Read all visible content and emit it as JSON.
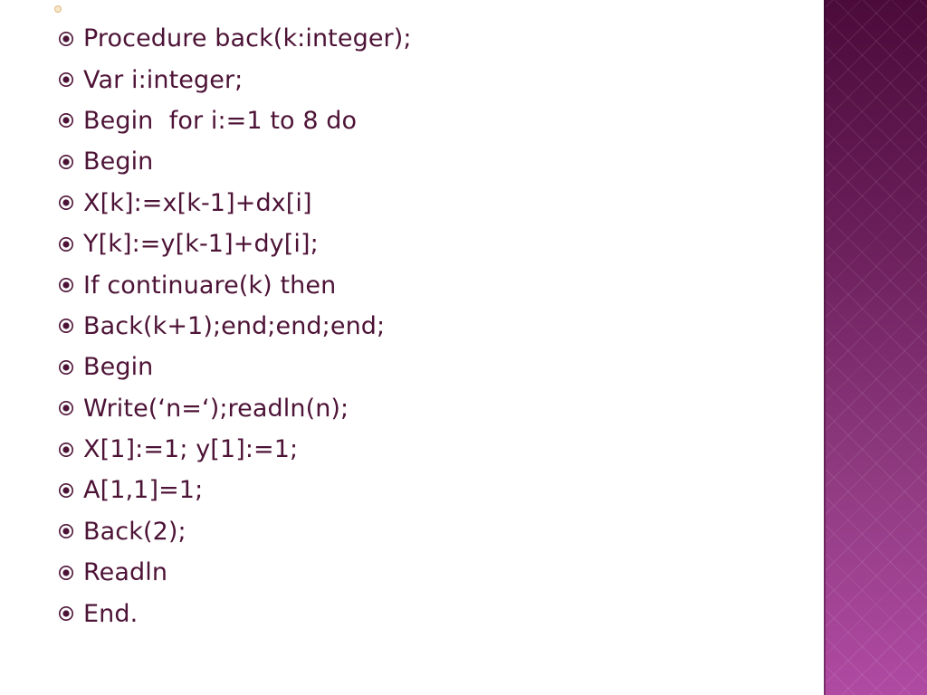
{
  "slide": {
    "bullet_color": "#4d1336",
    "bullets": [
      {
        "text": "Procedure back(k:integer);"
      },
      {
        "text": "Var i:integer;"
      },
      {
        "text": "Begin  for i:=1 to 8 do"
      },
      {
        "text": "Begin"
      },
      {
        "text": "X[k]:=x[k-1]+dx[i]"
      },
      {
        "text": "Y[k]:=y[k-1]+dy[i];"
      },
      {
        "text": "If continuare(k) then"
      },
      {
        "text": "Back(k+1);end;end;end;"
      },
      {
        "text": "Begin"
      },
      {
        "text": "Write(‘n=‘);readln(n);"
      },
      {
        "text": "X[1]:=1; y[1]:=1;"
      },
      {
        "text": "A[1,1]=1;"
      },
      {
        "text": "Back(2);"
      },
      {
        "text": "Readln"
      },
      {
        "text": "End."
      }
    ]
  },
  "theme": {
    "sidebar_colors": [
      "#4b0b3a",
      "#6b1f5b",
      "#8f3a80",
      "#b04aa3"
    ],
    "top_dot_color": "#f7e7c9",
    "bullet_icon": "radio-bullet-icon"
  }
}
